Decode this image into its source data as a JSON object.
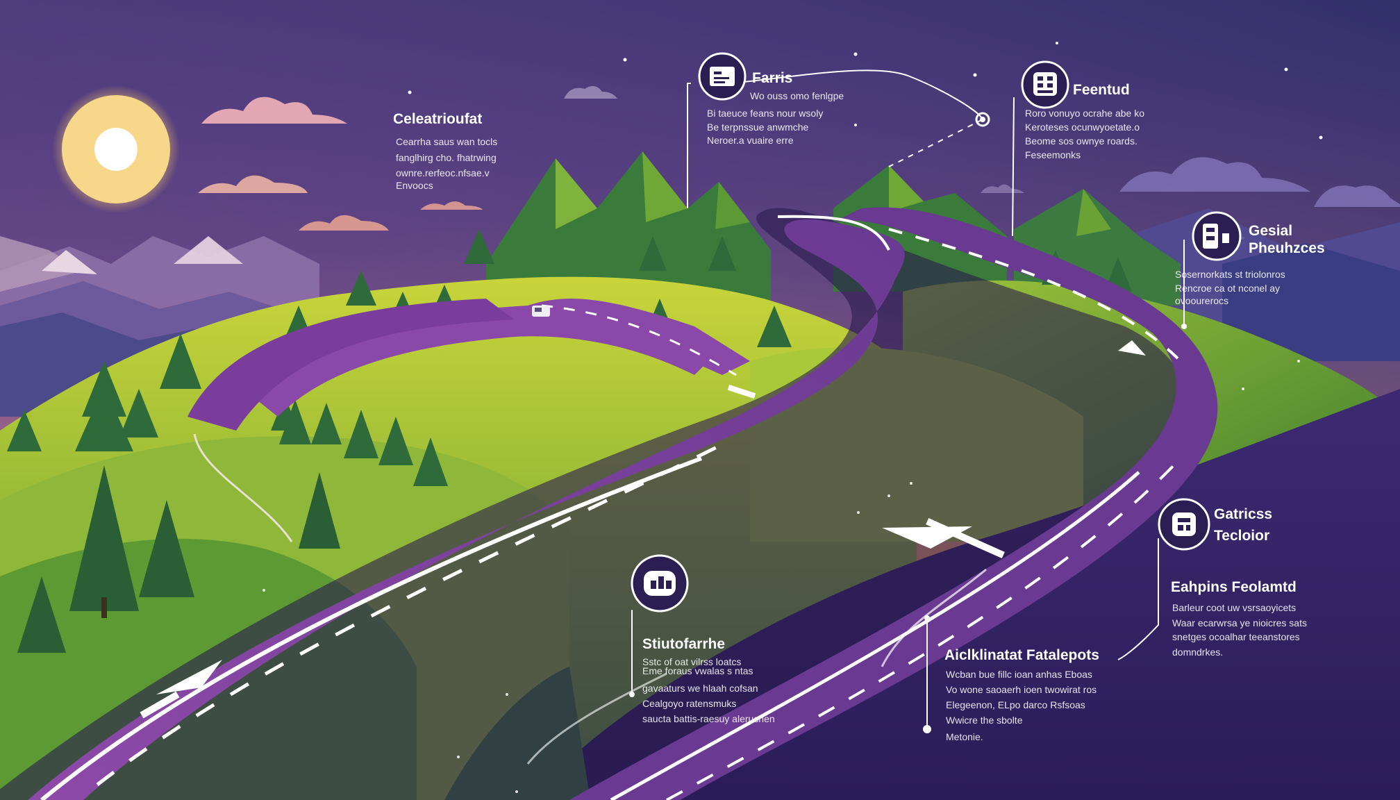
{
  "colors": {
    "sky_top": "#3d3575",
    "sky_mid": "#7a4d8f",
    "sky_horizon": "#e89a6a",
    "sun": "#fbe7a0",
    "road": "#7c3d98",
    "road_shadow": "#2a1a4e",
    "grass_light": "#b8cc3a",
    "grass_dark": "#4a8a32",
    "mountain": "#3f7a3c",
    "tree": "#2f6a3a",
    "marker_ring": "#ffffff",
    "marker_fill": "#2a1e52"
  },
  "icons": [
    "document-icon",
    "building-icon",
    "chart-icon",
    "network-icon",
    "puzzle-icon",
    "grid-icon"
  ],
  "milestones": [
    {
      "title": "Celeatrioufat",
      "lines": [
        "Cearrha saus wan tocls",
        "fanglhirg cho. fhatrwing",
        "ownre.rerfeoc.nfsae.v",
        "Envoocs"
      ]
    },
    {
      "title": "Farris",
      "lines": [
        "Wo ouss omo fenlgpe",
        "Bi taeuce feans nour wsoly",
        "Be terpnssue anwmche",
        "Neroer.a vuaire erre"
      ]
    },
    {
      "title": "Feentud",
      "lines": [
        "Roro vonuyo ocrahe abe ko",
        "Keroteses ocunwyoetate.o",
        "Beome sos ownye roards.",
        "Feseemonks"
      ]
    },
    {
      "title": "Gesial",
      "title2": "Pheuhzces",
      "lines": [
        "Sosernorkats st triolonros",
        "Rencroe ca ot nconel ay",
        "ovoourerocs"
      ]
    },
    {
      "title": "Stiutofarrhe",
      "lines": [
        "Sstc of oat vilrss loatcs",
        "Eme foraus vwalas s ntas",
        "gavaaturs we hlaah cofsan",
        "Cealgoyo ratensmuks",
        "saucta battis-raesuy aleruchen"
      ]
    },
    {
      "title": "Aiclklinatat Fatalepots",
      "lines": [
        "Wcban bue fillc ioan anhas Eboas",
        "Vo wone saoaerh ioen twowirat ros",
        "Elegeenon, ELpo darco Rsfsoas",
        "Wwicre the sbolte",
        "Metonie."
      ]
    },
    {
      "title": "Gatricss",
      "title2": "Tecloior",
      "lines": []
    },
    {
      "title": "Eahpins Feolamtd",
      "lines": [
        "Barleur coot uw vsrsaoyicets",
        "Waar ecarwrsa ye nioicres sats",
        "snetges ocoalhar teeanstores",
        "domndrkes."
      ]
    }
  ]
}
